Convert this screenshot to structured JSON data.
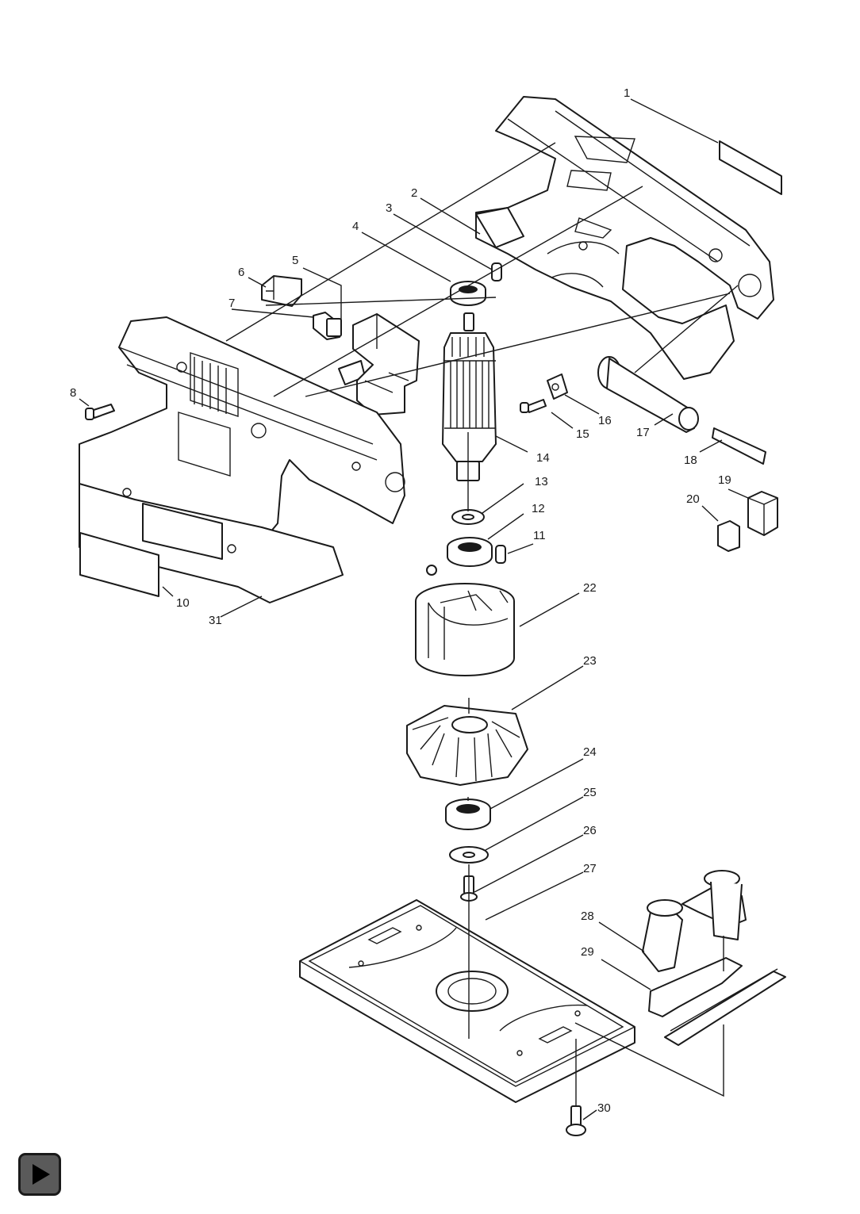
{
  "labels": [
    {
      "text": "1"
    },
    {
      "text": "2"
    },
    {
      "text": "3"
    },
    {
      "text": "4"
    },
    {
      "text": "5"
    },
    {
      "text": "6"
    },
    {
      "text": "7"
    },
    {
      "text": "8"
    },
    {
      "text": "10"
    },
    {
      "text": "11"
    },
    {
      "text": "12"
    },
    {
      "text": "13"
    },
    {
      "text": "14"
    },
    {
      "text": "15"
    },
    {
      "text": "16"
    },
    {
      "text": "17"
    },
    {
      "text": "18"
    },
    {
      "text": "19"
    },
    {
      "text": "20"
    },
    {
      "text": "22"
    },
    {
      "text": "23"
    },
    {
      "text": "24"
    },
    {
      "text": "25"
    },
    {
      "text": "26"
    },
    {
      "text": "27"
    },
    {
      "text": "28"
    },
    {
      "text": "29"
    },
    {
      "text": "30"
    },
    {
      "text": "31"
    }
  ],
  "nav": {
    "icon": "play-icon",
    "color": "#5a5a5a"
  }
}
